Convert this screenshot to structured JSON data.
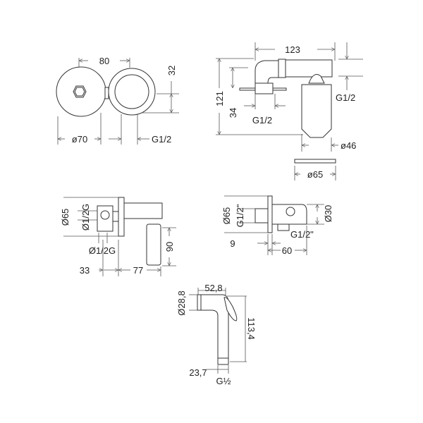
{
  "views": {
    "front_mixer": {
      "width": "80",
      "height": "32",
      "diameter": "ø70",
      "thread": "G1/2"
    },
    "side_mixer": {
      "length": "123",
      "height": "121",
      "offset": "34",
      "thread_left": "G1/2",
      "thread_right": "G1/2",
      "body_diameter": "ø46",
      "plate_diameter": "ø65"
    },
    "valve": {
      "plate_diameter": "Ø65",
      "inlet_thread": "Ø1/2G",
      "outlet_thread": "Ø1/2G",
      "lever_height": "90",
      "depth_back": "33",
      "depth_front": "77"
    },
    "wall_outlet": {
      "plate_diameter": "Ø65",
      "thread_vertical": "G1/2\"",
      "holder_diameter": "Ø30",
      "thread_bottom": "G1/2\"",
      "depth": "9",
      "length": "60"
    },
    "hand_shower": {
      "head_diameter": "Ø28,8",
      "width": "52,8",
      "length": "113,4",
      "bottom_width": "23,7",
      "thread": "G½"
    }
  }
}
